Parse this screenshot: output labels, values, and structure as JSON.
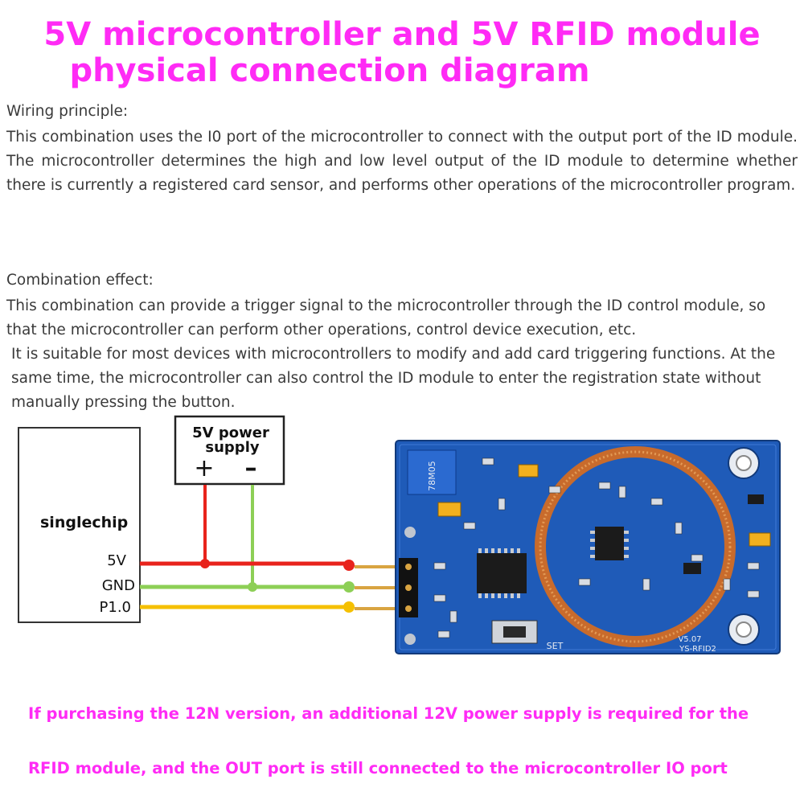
{
  "title": {
    "line1": "5V microcontroller and 5V RFID module",
    "line2": "physical connection diagram"
  },
  "wiring": {
    "heading": "Wiring principle:",
    "text": "This combination uses the I0 port of the microcontroller to connect with the output port of the ID module. The microcontroller determines the high and low level output of the ID module to determine whether there is currently a  registered card sensor,  and performs  other operations of the microcontroller program."
  },
  "effect": {
    "heading": "Combination effect:",
    "text1": "This combination  can  provide  a  trigger  signal  to  the microcontroller  through  the ID control module, so that the microcontroller can perform other operations, control device execution, etc.",
    "text2": "It is suitable for most devices with microcontrollers to modify and add card triggering functions. At the same time, the microcontroller  can  also control  the  ID module to enter the  registration state without manually pressing the button."
  },
  "diagram": {
    "mcu_label": "singlechip",
    "pins": [
      "5V",
      "GND",
      "P1.0"
    ],
    "power_label_line1": "5V power",
    "power_label_line2": "supply",
    "plus": "+",
    "minus": "–",
    "wire_colors": {
      "vcc": "#e8231c",
      "gnd": "#8dcf56",
      "signal": "#f5c000"
    },
    "board": {
      "regulator": "78M05",
      "version": "V5.07",
      "model": "YS-RFID2",
      "button": "SET",
      "color": "#1f5bb8"
    }
  },
  "note": {
    "line1": "If purchasing the 12N version, an additional 12V power supply is required for the",
    "line2": "RFID module, and the OUT port is still connected to the microcontroller IO port"
  }
}
